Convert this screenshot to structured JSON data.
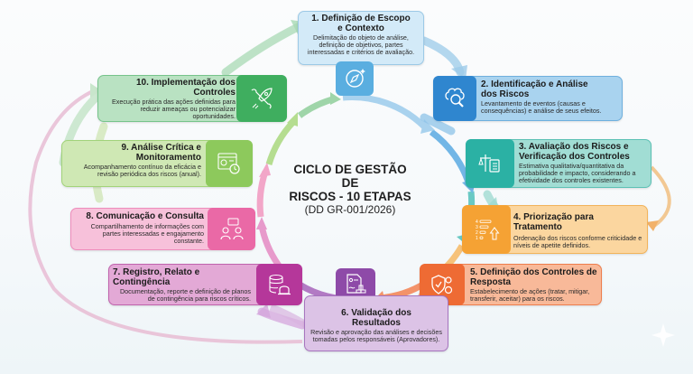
{
  "center": {
    "title_line1": "CICLO DE GESTÃO DE",
    "title_line2": "RISCOS - 10 ETAPAS",
    "subtitle": "(DD GR-001/2026)"
  },
  "steps": [
    {
      "number": 1,
      "title": "1. Definição de Escopo e Contexto",
      "title_l1": "1. Definição de Escopo",
      "title_l2": "e Contexto",
      "description": "Delimitação do objeto de análise, definição de objetivos, partes interessadas e critérios de avaliação.",
      "icon": "compass-icon",
      "color": "#5aaee0",
      "bg": "#cfe8f7"
    },
    {
      "number": 2,
      "title": "2. Identificação e Análise dos Riscos",
      "title_l1": "2. Identificação e Análise",
      "title_l2": "dos Riscos",
      "description": "Levantamento de eventos (causas e consequências) e análise de seus efeitos.",
      "icon": "brain-magnifier-icon",
      "color": "#2f86cf",
      "bg": "#a9d3ef"
    },
    {
      "number": 3,
      "title": "3. Avaliação dos Riscos e Verificação dos Controles",
      "title_l1": "3. Avaliação dos Riscos e",
      "title_l2": "Verificação dos Controles",
      "description": "Estimativa qualitativa/quantitativa da probabilidade e impacto, considerando a efetividade dos controles existentes.",
      "icon": "scale-checklist-icon",
      "color": "#2bb1a4",
      "bg": "#9fdcd3"
    },
    {
      "number": 4,
      "title": "4. Priorização para Tratamento",
      "title_l1": "4. Priorização para Tratamento",
      "title_l2": "",
      "description": "Ordenação dos riscos conforme criticidade e níveis de apetite definidos.",
      "icon": "priority-list-icon",
      "color": "#f5a234",
      "bg": "#fbd69f"
    },
    {
      "number": 5,
      "title": "5. Definição dos Controles de Resposta",
      "title_l1": "5. Definição dos Controles de",
      "title_l2": "Resposta",
      "description": "Estabelecimento de ações (tratar, mitigar, transferir, aceitar) para os riscos.",
      "icon": "shield-gear-icon",
      "color": "#ee6b34",
      "bg": "#f8b999"
    },
    {
      "number": 6,
      "title": "6. Validação dos Resultados",
      "title_l1": "6. Validação dos",
      "title_l2": "Resultados",
      "description": "Revisão e aprovação das análises e decisões tomadas pelos responsáveis (Aprovadores).",
      "icon": "document-stamp-icon",
      "color": "#8e4aa8",
      "bg": "#dcc3e6"
    },
    {
      "number": 7,
      "title": "7. Registro, Relato e Contingência",
      "title_l1": "7. Registro, Relato e Contingência",
      "title_l2": "",
      "description": "Documentação, reporte e definição de planos de contingência para riscos críticos.",
      "icon": "database-alarm-icon",
      "color": "#b5379a",
      "bg": "#e3a9d6"
    },
    {
      "number": 8,
      "title": "8. Comunicação e Consulta",
      "title_l1": "8. Comunicação e Consulta",
      "title_l2": "",
      "description": "Compartilhamento de informações com partes interessadas e engajamento constante.",
      "icon": "people-chat-icon",
      "color": "#ea69a6",
      "bg": "#f7c1da"
    },
    {
      "number": 9,
      "title": "9. Análise Crítica e Monitoramento",
      "title_l1": "9. Análise Crítica e",
      "title_l2": "Monitoramento",
      "description": "Acompanhamento contínuo da eficácia e revisão periódica dos riscos (anual).",
      "icon": "dashboard-clock-icon",
      "color": "#8dc95c",
      "bg": "#cfe8b4"
    },
    {
      "number": 10,
      "title": "10. Implementação dos Controles",
      "title_l1": "10. Implementação dos",
      "title_l2": "Controles",
      "description": "Execução prática das ações definidas para reduzir ameaças ou potencializar oportunidades.",
      "icon": "tools-rocket-icon",
      "color": "#3fae5f",
      "bg": "#b9e2c2"
    }
  ]
}
